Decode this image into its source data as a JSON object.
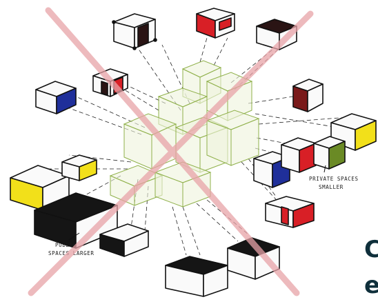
{
  "annotations": {
    "private_line1": "PRIVATE SPACES",
    "private_line2": "SMALLER",
    "public_line1": "PUBLIC",
    "public_line2": "SPACES LARGER"
  },
  "edge_text": {
    "line1": "C",
    "line2": "e"
  },
  "colors": {
    "cross": "#e8a3a8",
    "cluster_stroke": "#8fb04a",
    "cluster_fill": "#eef3dc",
    "red": "#d81f26",
    "blue": "#1f2f9a",
    "yellow": "#f2e01a",
    "green": "#6a8a25",
    "dark": "#2a1414",
    "black": "#151515",
    "maroon": "#7a1a1a"
  }
}
